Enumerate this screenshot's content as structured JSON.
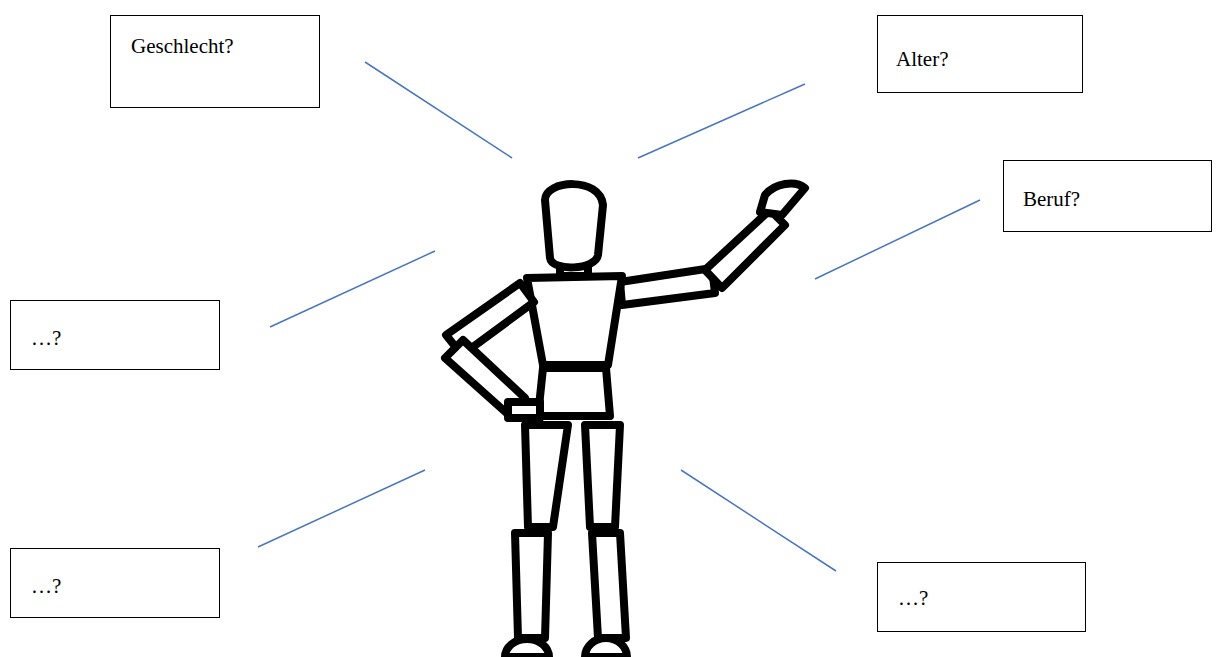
{
  "diagram": {
    "nodes": [
      {
        "text": [
          "Geschlecht?"
        ]
      },
      {
        "text": [
          "Alter?"
        ]
      },
      {
        "text": [
          "Beruf?"
        ]
      },
      {
        "text": [
          "…?"
        ]
      },
      {
        "text": [
          "…?"
        ]
      },
      {
        "text": [
          "…?"
        ]
      }
    ]
  }
}
